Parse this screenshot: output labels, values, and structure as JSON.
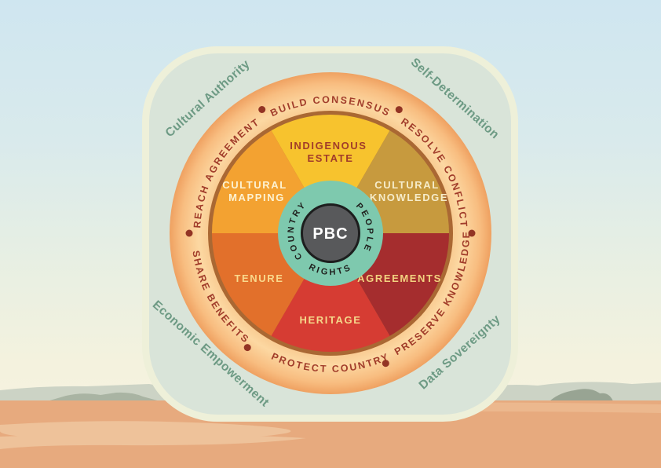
{
  "colors": {
    "sky_top": "#cfe6f0",
    "sky_horizon": "#f8f4e2",
    "ground": "#e7aa7e",
    "ground_streak": "#eec29a",
    "ground_band": "#ecb88e",
    "hills_light": "#ccd3c5",
    "hills_dark": "#a9b4a3",
    "bush": "#98a493",
    "card_bg": "#d9e4d9",
    "card_border": "#eef0d9",
    "corner_text": "#6d9a84",
    "ring_outer_edge": "#efa161",
    "ring_mid": "#fcd8a2",
    "ring_inner": "#f7c489",
    "ring_outline": "#aa6833",
    "outer_label_text": "#a13c2a",
    "dot": "#933424",
    "inner_circle": "#7ec9ae",
    "inner_text": "#1e1e1c",
    "hub_fill": "#58595b",
    "hub_stroke": "#1d1e1e",
    "hub_text": "#ffffff"
  },
  "corner_labels": {
    "top_left": "Cultural Authority",
    "top_right": "Self-Determination",
    "bottom_left": "Economic Empowerment",
    "bottom_right": "Data Sovereignty"
  },
  "outer_ring_labels": {
    "top": "BUILD CONSENSUS",
    "top_right": "RESOLVE CONFLICT",
    "bottom_right": "PRESERVE KNOWLEDGE",
    "bottom": "PROTECT COUNTRY",
    "bottom_left": "SHARE BENEFITS",
    "top_left": "REACH AGREEMENT"
  },
  "segments": [
    {
      "name": "indigenous-estate",
      "lines": [
        "INDIGENOUS",
        "ESTATE"
      ],
      "fill": "#f7c32e",
      "text_color": "#a13c2a"
    },
    {
      "name": "cultural-knowledge",
      "lines": [
        "CULTURAL",
        "KNOWLEDGE"
      ],
      "fill": "#c79a3e",
      "text_color": "#f6ecca"
    },
    {
      "name": "agreements",
      "lines": [
        "AGREEMENTS"
      ],
      "fill": "#a52d2e",
      "text_color": "#f2d280"
    },
    {
      "name": "heritage",
      "lines": [
        "HERITAGE"
      ],
      "fill": "#d63c33",
      "text_color": "#f5d88b"
    },
    {
      "name": "tenure",
      "lines": [
        "TENURE"
      ],
      "fill": "#e2702b",
      "text_color": "#f9d98d"
    },
    {
      "name": "cultural-mapping",
      "lines": [
        "CULTURAL",
        "MAPPING"
      ],
      "fill": "#f3a231",
      "text_color": "#fdf2d2"
    }
  ],
  "inner_ring": {
    "left": "COUNTRY",
    "right": "PEOPLE",
    "bottom": "RIGHTS"
  },
  "hub": {
    "label": "PBC"
  }
}
